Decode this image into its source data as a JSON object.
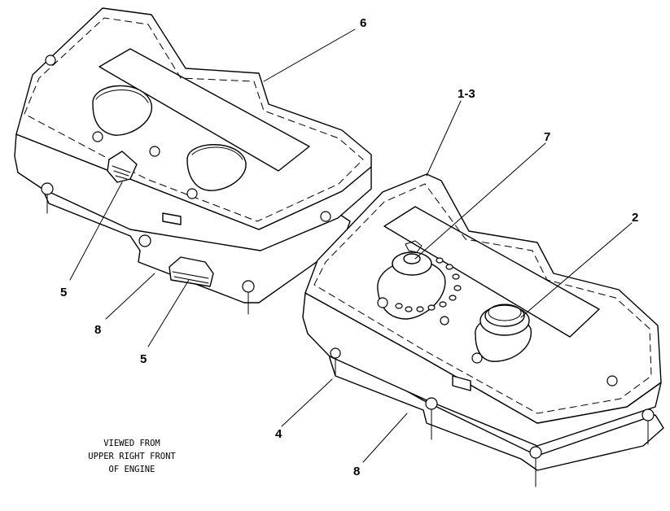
{
  "callouts": {
    "c6": "6",
    "c1_3": "1-3",
    "c7": "7",
    "c2": "2",
    "c5a": "5",
    "c8a": "8",
    "c5b": "5",
    "c4": "4",
    "c8b": "8"
  },
  "note": {
    "line1": "VIEWED FROM",
    "line2": "UPPER RIGHT FRONT",
    "line3": "OF ENGINE"
  },
  "colors": {
    "ink": "#000000",
    "paper": "#ffffff"
  }
}
